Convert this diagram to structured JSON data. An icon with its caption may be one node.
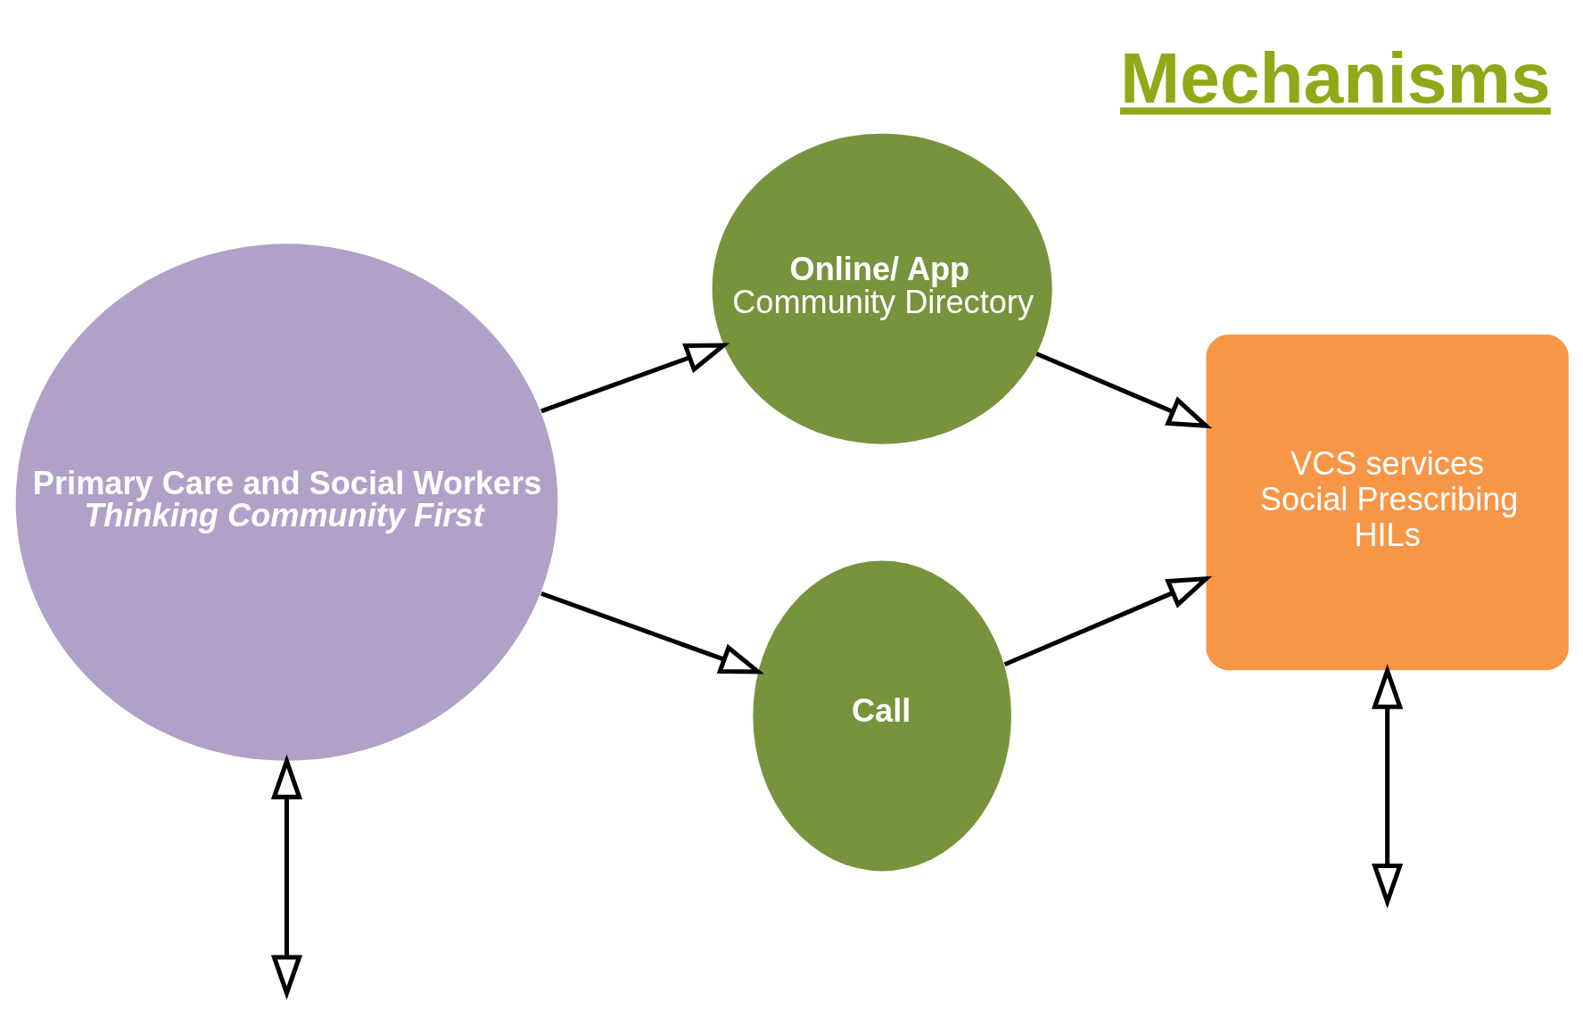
{
  "diagram": {
    "title": "Mechanisms",
    "nodes": [
      {
        "text": [
          "Primary Care and Social Workers",
          "Thinking Community First"
        ]
      },
      {
        "text": [
          "Online/ App",
          "Community Directory"
        ]
      },
      {
        "text": [
          "Call"
        ]
      },
      {
        "text": [
          "VCS services",
          "Social Prescribing",
          "HILs"
        ]
      }
    ],
    "edges": [
      {
        "from": 0,
        "to": 1,
        "arrow": "to"
      },
      {
        "from": 0,
        "to": 2,
        "arrow": "to"
      },
      {
        "from": 1,
        "to": 3,
        "arrow": "to"
      },
      {
        "from": 2,
        "to": 3,
        "arrow": "to"
      },
      {
        "from": 0,
        "to": null,
        "arrow": "both"
      },
      {
        "from": 3,
        "to": null,
        "arrow": "both"
      }
    ]
  }
}
